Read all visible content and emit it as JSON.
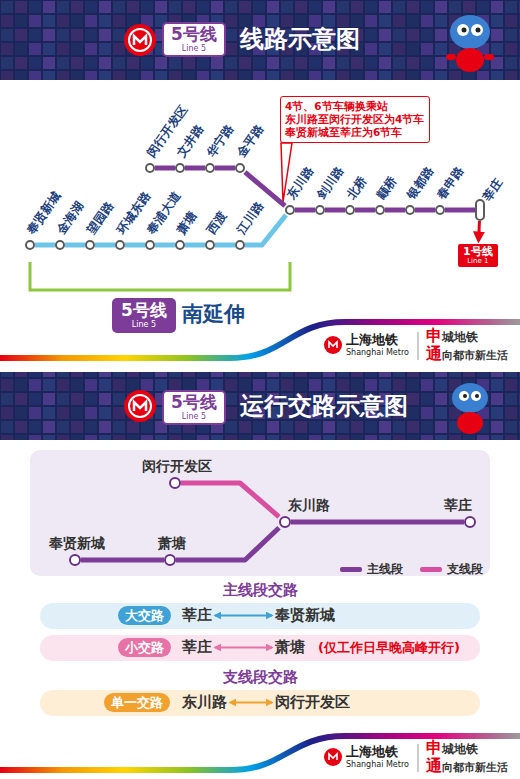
{
  "diagram": {
    "nodes": [
      {
        "text": [
          "5号线",
          "Line 5"
        ]
      },
      {
        "text": [
          "4节、6节车辆换乘站 东川路至闵行开发区为4节车 奉贤新城至莘庄为6节车"
        ]
      },
      {
        "text": [
          "闵行开发区"
        ]
      },
      {
        "text": [
          "文井路"
        ]
      },
      {
        "text": [
          "华宁路"
        ]
      },
      {
        "text": [
          "金平路"
        ]
      },
      {
        "text": [
          "奉贤新城"
        ]
      },
      {
        "text": [
          "金海湖"
        ]
      },
      {
        "text": [
          "望园路"
        ]
      },
      {
        "text": [
          "环城东路"
        ]
      },
      {
        "text": [
          "奉浦大道"
        ]
      },
      {
        "text": [
          "萧塘"
        ]
      },
      {
        "text": [
          "西渡"
        ]
      },
      {
        "text": [
          "江川路"
        ]
      },
      {
        "text": [
          "东川路"
        ]
      },
      {
        "text": [
          "剑川路"
        ]
      },
      {
        "text": [
          "北桥"
        ]
      },
      {
        "text": [
          "颛桥"
        ]
      },
      {
        "text": [
          "银都路"
        ]
      },
      {
        "text": [
          "春申路"
        ]
      },
      {
        "text": [
          "莘庄"
        ]
      },
      {
        "text": [
          "1号线",
          "Line 1"
        ]
      },
      {
        "text": [
          "5号线",
          "Line 5",
          "南延伸"
        ]
      },
      {
        "text": [
          "5号线",
          "Line 5"
        ]
      },
      {
        "text": [
          "闵行开发区"
        ]
      },
      {
        "text": [
          "东川路"
        ]
      },
      {
        "text": [
          "莘庄"
        ]
      },
      {
        "text": [
          "奉贤新城"
        ]
      },
      {
        "text": [
          "萧塘"
        ]
      },
      {
        "text": [
          "大交路"
        ]
      },
      {
        "text": [
          "莘庄"
        ]
      },
      {
        "text": [
          "奉贤新城"
        ]
      },
      {
        "text": [
          "小交路"
        ]
      },
      {
        "text": [
          "莘庄"
        ]
      },
      {
        "text": [
          "萧塘"
        ]
      },
      {
        "text": [
          "单一交路"
        ]
      },
      {
        "text": [
          "东川路"
        ]
      },
      {
        "text": [
          "闵行开发区"
        ]
      }
    ],
    "edges": [
      {
        "from": 2,
        "to": 3,
        "arrow": "none"
      },
      {
        "from": 3,
        "to": 4,
        "arrow": "none"
      },
      {
        "from": 4,
        "to": 5,
        "arrow": "none"
      },
      {
        "from": 5,
        "to": 14,
        "arrow": "none"
      },
      {
        "from": 6,
        "to": 7,
        "arrow": "none"
      },
      {
        "from": 7,
        "to": 8,
        "arrow": "none"
      },
      {
        "from": 8,
        "to": 9,
        "arrow": "none"
      },
      {
        "from": 9,
        "to": 10,
        "arrow": "none"
      },
      {
        "from": 10,
        "to": 11,
        "arrow": "none"
      },
      {
        "from": 11,
        "to": 12,
        "arrow": "none"
      },
      {
        "from": 12,
        "to": 13,
        "arrow": "none"
      },
      {
        "from": 13,
        "to": 14,
        "arrow": "none"
      },
      {
        "from": 14,
        "to": 15,
        "arrow": "none"
      },
      {
        "from": 15,
        "to": 16,
        "arrow": "none"
      },
      {
        "from": 16,
        "to": 17,
        "arrow": "none"
      },
      {
        "from": 17,
        "to": 18,
        "arrow": "none"
      },
      {
        "from": 18,
        "to": 19,
        "arrow": "none"
      },
      {
        "from": 19,
        "to": 20,
        "arrow": "none"
      },
      {
        "from": 20,
        "to": 21,
        "arrow": "to"
      },
      {
        "from": 27,
        "to": 28,
        "arrow": "none"
      },
      {
        "from": 28,
        "to": 25,
        "arrow": "none"
      },
      {
        "from": 25,
        "to": 26,
        "arrow": "none"
      },
      {
        "from": 24,
        "to": 25,
        "arrow": "none"
      },
      {
        "from": 30,
        "to": 31,
        "arrow": "both"
      },
      {
        "from": 33,
        "to": 34,
        "arrow": "both"
      },
      {
        "from": 36,
        "to": 37,
        "arrow": "both"
      }
    ],
    "labels": [
      "线路示意图",
      "运行交路示意图",
      "上海地铁",
      "Shanghai Metro",
      "申城地铁",
      "通向都市新生活",
      "上海地铁",
      "Shanghai Metro",
      "申城地铁",
      "通向都市新生活",
      "主线段交路",
      "支线段交路",
      "(仅工作日早晚高峰开行)"
    ],
    "legend": [
      {
        "text": "主线段",
        "color": "#7d3c98"
      },
      {
        "text": "支线段",
        "color": "#d94fa0"
      }
    ]
  }
}
